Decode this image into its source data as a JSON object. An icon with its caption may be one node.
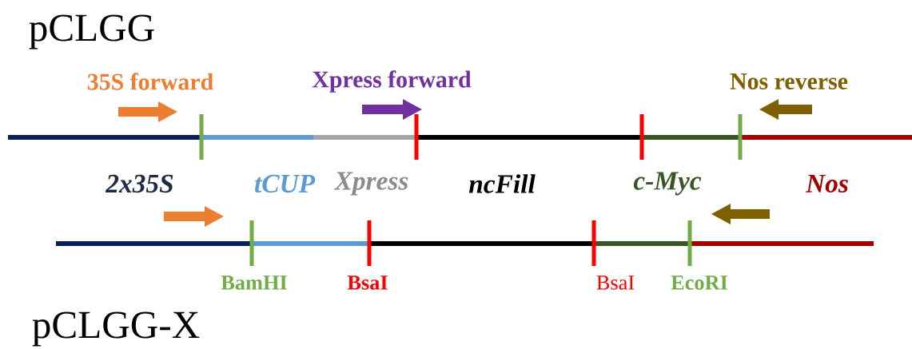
{
  "diagram": {
    "labels": [
      "pCLGG",
      "35S forward",
      "Xpress forward",
      "Nos reverse",
      "2x35S",
      "tCUP",
      "Xpress",
      "ncFill",
      "c-Myc",
      "Nos",
      "BamHI",
      "BsaI",
      "BsaI",
      "EcoRI",
      "pCLGG-X"
    ]
  }
}
